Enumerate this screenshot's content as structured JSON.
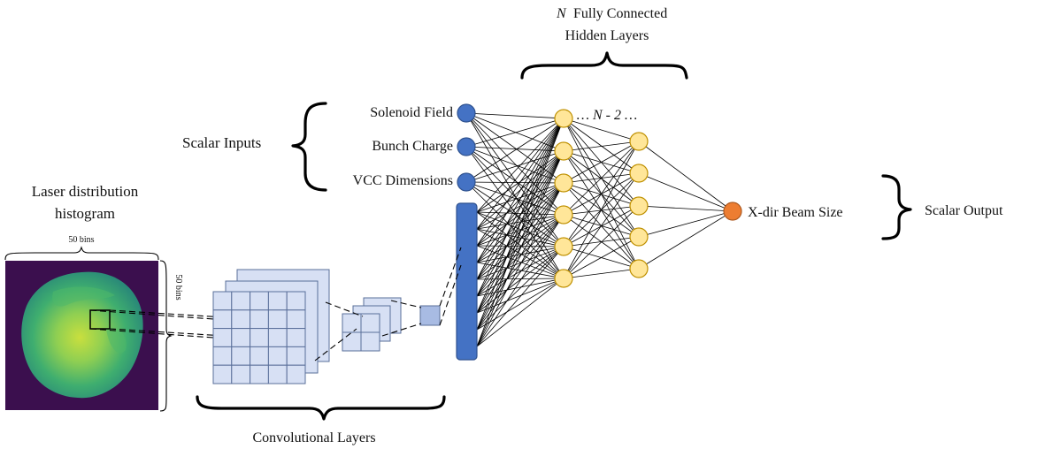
{
  "labels": {
    "fc_n": "N",
    "fc_title_line1": "Fully Connected",
    "fc_title_line2": "Hidden Layers",
    "fc_middle": "… N - 2 …",
    "scalar_inputs": "Scalar Inputs",
    "input_1": "Solenoid Field",
    "input_2": "Bunch Charge",
    "input_3": "VCC Dimensions",
    "histogram_title_line1": "Laser distribution",
    "histogram_title_line2": "histogram",
    "bins_top": "50 bins",
    "bins_side": "50 bins",
    "conv_layers": "Convolutional Layers",
    "output_name": "X-dir Beam Size",
    "scalar_output": "Scalar Output"
  },
  "network": {
    "scalar_input_count": 3,
    "hidden_layer_1_nodes": 6,
    "hidden_layer_2_nodes": 5,
    "output_nodes": 1
  },
  "colors": {
    "input_node": "#4472c4",
    "hidden_node": "#ffe699",
    "output_node": "#ed7d31",
    "conv_fill": "#d7e0f4",
    "histogram_background": "#3b0f4e",
    "histogram_beam": "#7fc65a"
  }
}
